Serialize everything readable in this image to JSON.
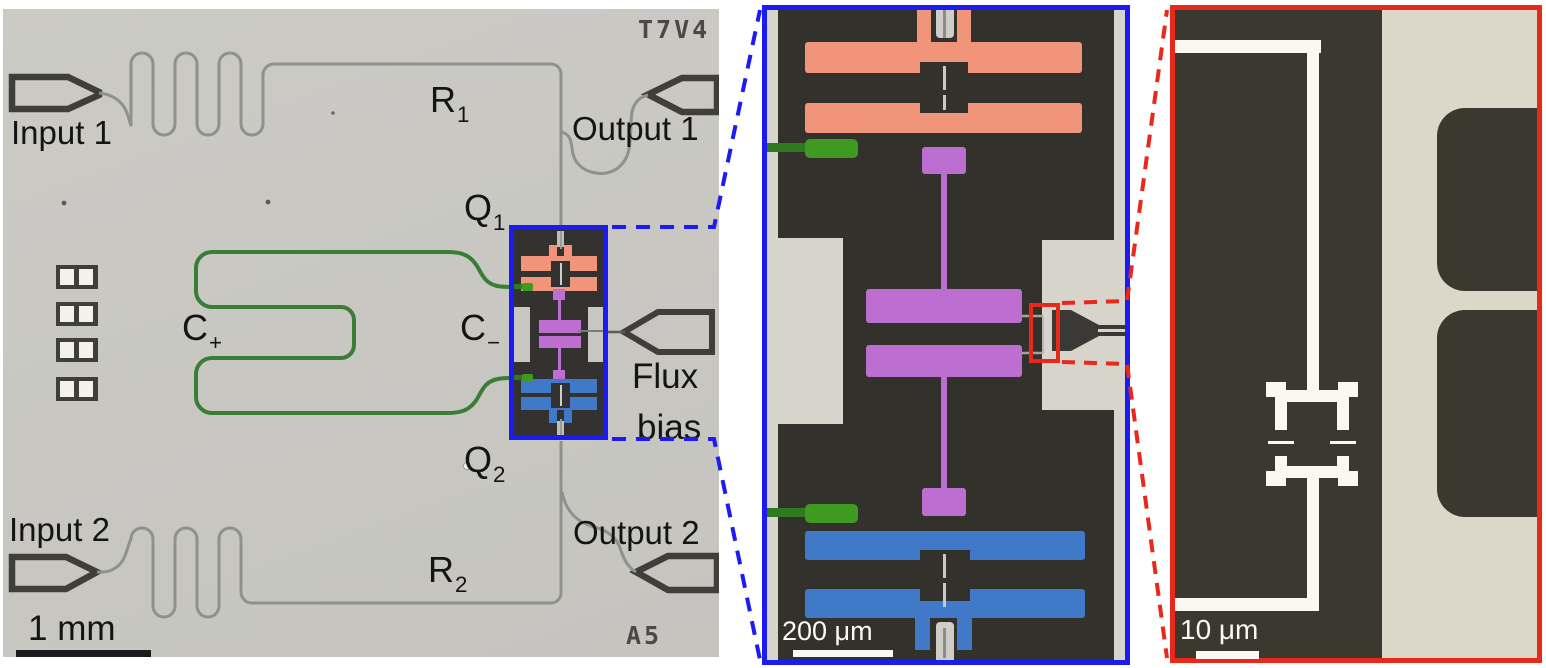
{
  "figure": {
    "chip_panel": {
      "labels": {
        "input1": "Input 1",
        "output1": "Output 1",
        "input2": "Input 2",
        "output2": "Output 2",
        "r1": {
          "main": "R",
          "sub": "1"
        },
        "r2": {
          "main": "R",
          "sub": "2"
        },
        "q1": {
          "main": "Q",
          "sub": "1"
        },
        "q2": {
          "main": "Q",
          "sub": "2"
        },
        "cplus": {
          "main": "C",
          "sub": "+"
        },
        "cminus": {
          "main": "C",
          "sub": "−"
        },
        "flux_line1": "Flux",
        "flux_line2": "bias"
      },
      "markings": {
        "top_right": "T7V4",
        "bottom_right": "A5"
      },
      "scale_bar": {
        "label": "1 mm"
      }
    },
    "qubit_inset": {
      "scale_bar": {
        "label": "200 μm"
      }
    },
    "squid_inset": {
      "scale_bar": {
        "label": "10 μm"
      }
    },
    "colors": {
      "chip_background": "#c8c7c2",
      "metal_dark": "#3f3e3b",
      "resonator_trace": "#8f918e",
      "coupler_green": "#3a7d35",
      "flux_pad_green": "#3f9a22",
      "qubit1_overlay": "#f09579",
      "coupler_overlay": "#bc6fd0",
      "qubit2_overlay": "#4079c8",
      "inset_highlight_blue": "#1b1bf2",
      "inset_highlight_red": "#e8281a",
      "scale_text_white": "#faf9f4"
    }
  }
}
